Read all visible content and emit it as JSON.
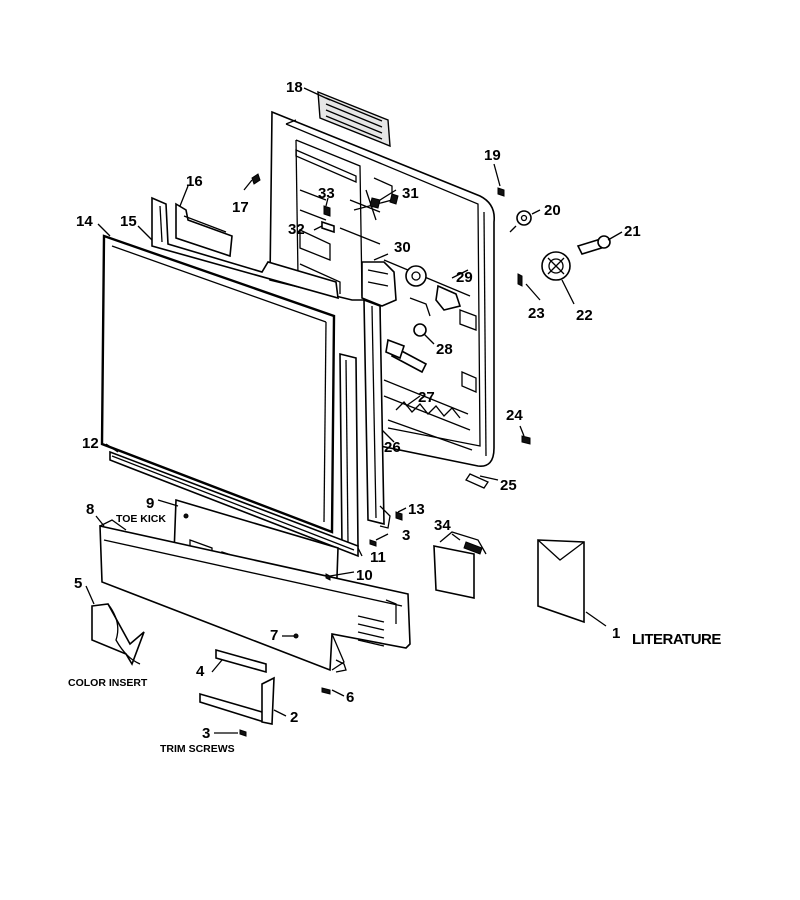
{
  "callouts": {
    "n1": "1",
    "n2": "2",
    "n3a": "3",
    "n3b": "3",
    "n4": "4",
    "n5": "5",
    "n6": "6",
    "n7": "7",
    "n8": "8",
    "n9": "9",
    "n10": "10",
    "n11": "11",
    "n12": "12",
    "n13": "13",
    "n14": "14",
    "n15": "15",
    "n16": "16",
    "n17": "17",
    "n18": "18",
    "n19": "19",
    "n20": "20",
    "n21": "21",
    "n22": "22",
    "n23": "23",
    "n24": "24",
    "n25": "25",
    "n26": "26",
    "n27": "27",
    "n28": "28",
    "n29": "29",
    "n30": "30",
    "n31": "31",
    "n32": "32",
    "n33": "33",
    "n34": "34"
  },
  "captions": {
    "literature": "LITERATURE",
    "toe_kick": "TOE KICK",
    "color_insert": "COLOR INSERT",
    "trim_screws": "TRIM SCREWS"
  },
  "colors": {
    "line": "#000000",
    "background": "#ffffff"
  }
}
